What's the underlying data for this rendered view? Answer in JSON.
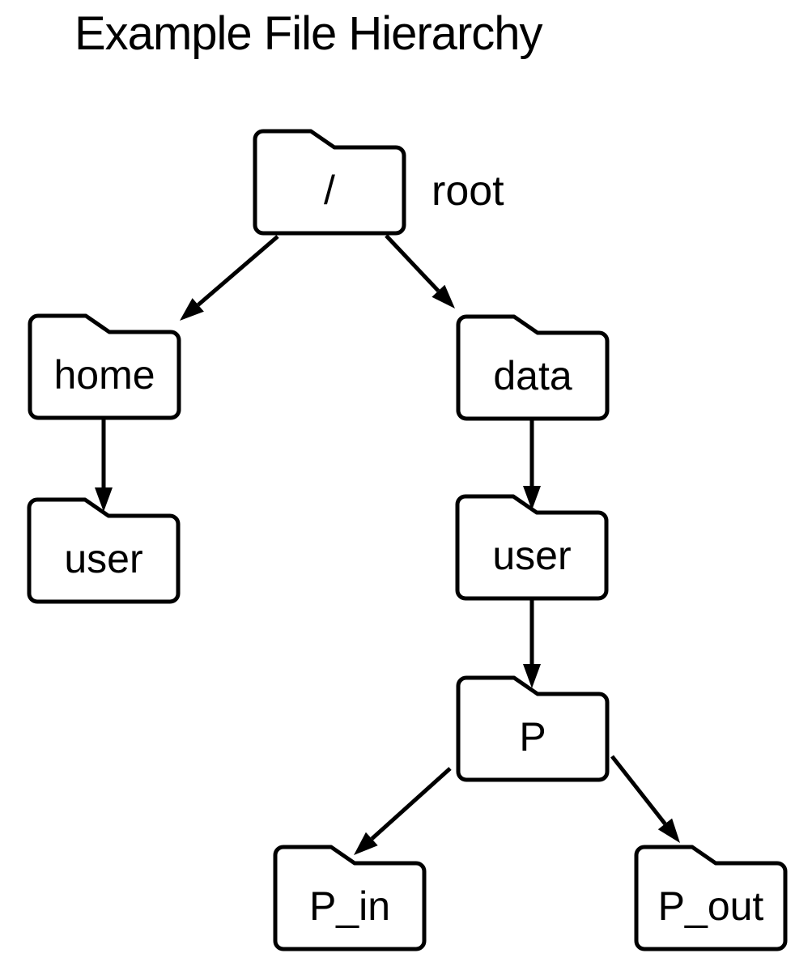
{
  "title": "Example File Hierarchy",
  "colors": {
    "stroke": "#000000",
    "fill": "#ffffff",
    "text": "#000000",
    "background": "#ffffff"
  },
  "diagram": {
    "type": "file-hierarchy-tree",
    "nodes": [
      {
        "id": "root",
        "label": "/",
        "annotation": "root"
      },
      {
        "id": "home",
        "label": "home"
      },
      {
        "id": "home-user",
        "label": "user"
      },
      {
        "id": "data",
        "label": "data"
      },
      {
        "id": "data-user",
        "label": "user"
      },
      {
        "id": "p",
        "label": "P"
      },
      {
        "id": "p-in",
        "label": "P_in"
      },
      {
        "id": "p-out",
        "label": "P_out"
      }
    ],
    "edges": [
      {
        "from": "root",
        "to": "home"
      },
      {
        "from": "root",
        "to": "data"
      },
      {
        "from": "home",
        "to": "home-user"
      },
      {
        "from": "data",
        "to": "data-user"
      },
      {
        "from": "data-user",
        "to": "p"
      },
      {
        "from": "p",
        "to": "p-in"
      },
      {
        "from": "p",
        "to": "p-out"
      }
    ]
  }
}
